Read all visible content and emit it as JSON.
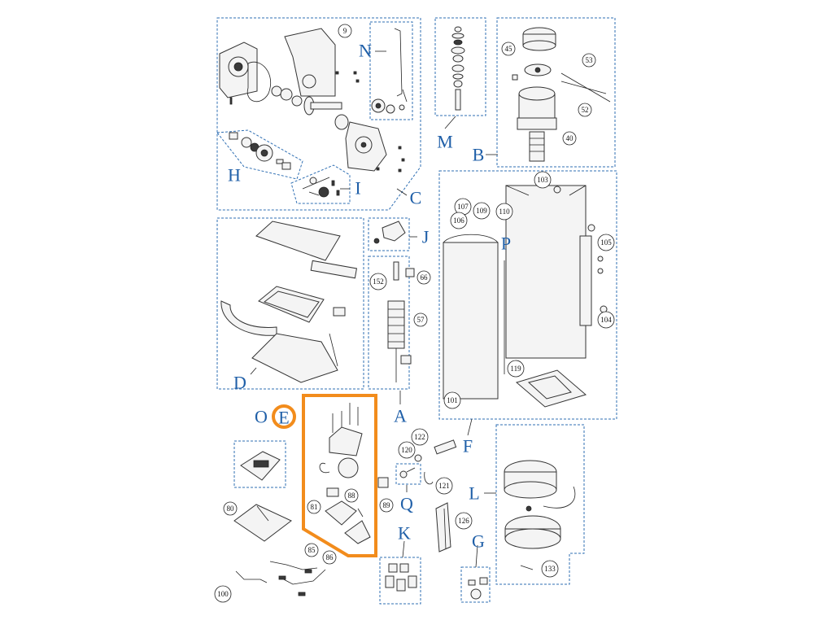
{
  "groups": {
    "A": "A",
    "B": "B",
    "C": "C",
    "D": "D",
    "E": "E",
    "F": "F",
    "G": "G",
    "H": "H",
    "I": "I",
    "J": "J",
    "K": "K",
    "L": "L",
    "M": "M",
    "N": "N",
    "O": "O",
    "P": "P",
    "Q": "Q"
  },
  "callouts": {
    "c9": "9",
    "c45": "45",
    "c53": "53",
    "c52": "52",
    "c40": "40",
    "c103": "103",
    "c107": "107",
    "c109": "109",
    "c110": "110",
    "c106": "106",
    "c105": "105",
    "c104": "104",
    "c152": "152",
    "c66": "66",
    "c57": "57",
    "c119": "119",
    "c101": "101",
    "c88": "88",
    "c81": "81",
    "c89": "89",
    "c80": "80",
    "c85": "85",
    "c86": "86",
    "c100": "100",
    "c122": "122",
    "c120": "120",
    "c121": "121",
    "c126": "126",
    "c133": "133"
  },
  "colors": {
    "group_border": "#2f6fb3",
    "group_letter": "#1f5fa8",
    "highlight": "#f28c1c"
  }
}
